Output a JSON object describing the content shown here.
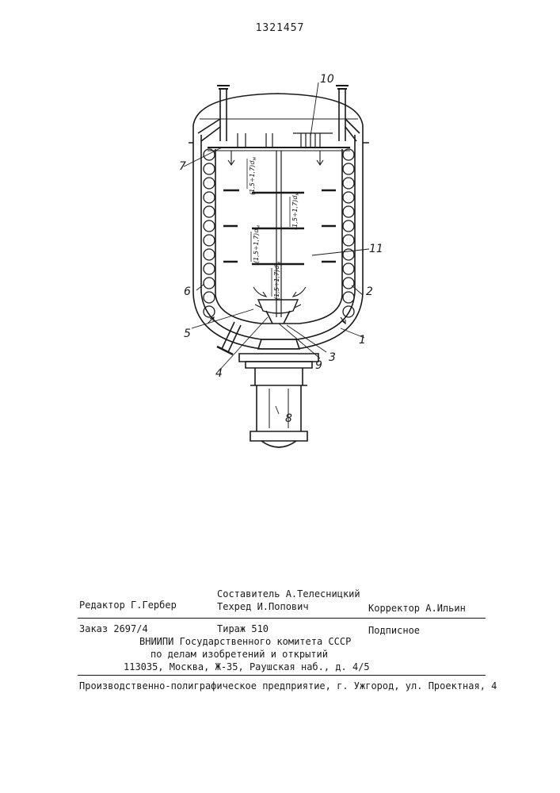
{
  "patent": {
    "number": "1321457"
  },
  "figure": {
    "part_labels": [
      "1",
      "2",
      "3",
      "4",
      "5",
      "6",
      "7",
      "8",
      "9",
      "10",
      "11"
    ],
    "dimension_text": "(1,5÷1,7)d",
    "dimension_subscript": "м"
  },
  "imprint": {
    "editor": "Редактор Г.Гербер",
    "compiler": "Составитель А.Телесницкий",
    "techred": "Техред И.Попович",
    "corrector": "Корректор А.Ильин",
    "order": "Заказ 2697/4",
    "circulation": "Тираж 510",
    "subscription": "Подписное",
    "org_line1": "ВНИИПИ Государственного комитета СССР",
    "org_line2": "по делам изобретений и открытий",
    "org_address": "113035, Москва, Ж-35, Раушская наб., д. 4/5",
    "printer": "Производственно-полиграфическое предприятие, г. Ужгород, ул. Проектная, 4"
  }
}
